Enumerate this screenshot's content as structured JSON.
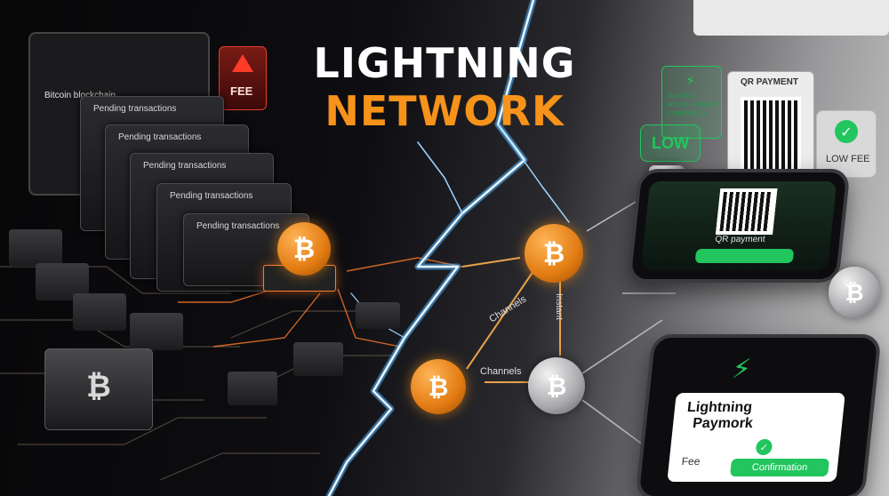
{
  "title": {
    "line1": "LIGHTNING",
    "line2": "NETWORK"
  },
  "left": {
    "blockchain_label": "Bitcoin blockchain",
    "fee_label": "FEE",
    "pending_label": "Pending transactions"
  },
  "center": {
    "channels_top": "Channels",
    "channels_bottom": "Channels",
    "instant": "Instant"
  },
  "right": {
    "qr_payment": "QR PAYMENT",
    "low_label": "LOW",
    "low_fee": "LOW FEE",
    "micro_lines": [
      "INSTANT",
      "MICRO-PAYMENT",
      "CONFIRMED"
    ],
    "qr_screen_label": "QR payment",
    "lightning_card_title": [
      "Lightning",
      "Paymork"
    ],
    "fee": "Fee",
    "confirmation": "Confirmation"
  },
  "colors": {
    "bitcoin_orange": "#f7931a",
    "success_green": "#22c55e",
    "lightning_blue": "#4fb3ff",
    "alert_red": "#e23b2a"
  },
  "icons": [
    "bitcoin-icon",
    "warning-icon",
    "lightning-bolt-icon",
    "check-icon",
    "qr-code-icon"
  ]
}
